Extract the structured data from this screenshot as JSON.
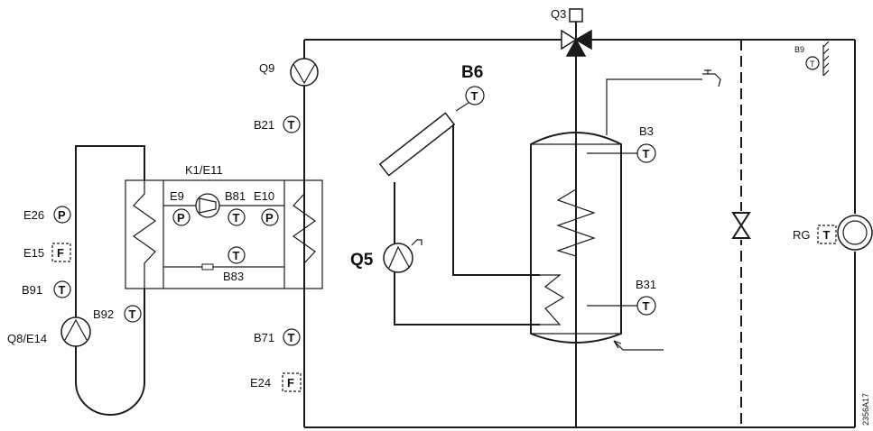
{
  "labels": {
    "q3": "Q3",
    "q9": "Q9",
    "b6": "B6",
    "b9": "B9",
    "b21": "B21",
    "k1e11": "K1/E11",
    "e9": "E9",
    "b81": "B81",
    "e10": "E10",
    "e26": "E26",
    "e15": "E15",
    "b91": "B91",
    "q8e14": "Q8/E14",
    "b92": "B92",
    "b83": "B83",
    "q5": "Q5",
    "b3": "B3",
    "b31": "B31",
    "rg": "RG",
    "b71": "B71",
    "e24": "E24",
    "code": "2356A17"
  },
  "symbols": {
    "temperature": "T",
    "pressure": "P",
    "flow": "F"
  }
}
